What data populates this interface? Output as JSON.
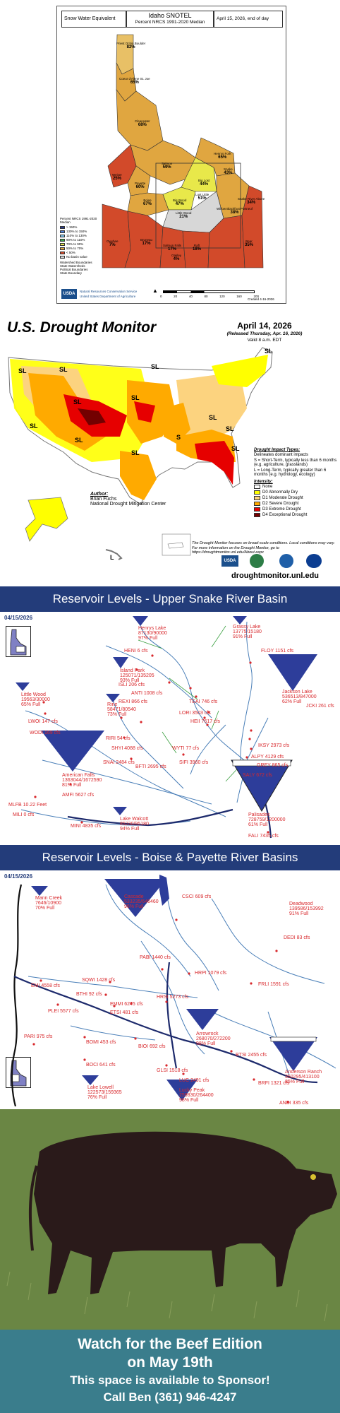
{
  "snotel": {
    "header_left": "Snow Water Equivalent",
    "title": "Idaho SNOTEL",
    "subtitle": "Percent NRCS 1991-2020 Median",
    "date": "April 15, 2026, end of day",
    "regions": [
      {
        "name": "Priest Ochin Boulder",
        "pct": "82%"
      },
      {
        "name": "Coeur d'Alene St. Joe",
        "pct": "65%"
      },
      {
        "name": "Clearwater",
        "pct": "68%"
      },
      {
        "name": "Salmon",
        "pct": "59%"
      },
      {
        "name": "Payette",
        "pct": "60%"
      },
      {
        "name": "Weiser",
        "pct": "25%"
      },
      {
        "name": "Boise",
        "pct": "67%"
      },
      {
        "name": "Big Wood",
        "pct": "47%"
      },
      {
        "name": "Little Wood",
        "pct": "21%"
      },
      {
        "name": "Lost Little",
        "pct": "51%"
      },
      {
        "name": "Big Lost",
        "pct": "44%"
      },
      {
        "name": "Henrys Fork",
        "pct": "65%"
      },
      {
        "name": "Snake",
        "pct": "43%"
      },
      {
        "name": "Willow Blackfoot Portneuf",
        "pct": "38%"
      },
      {
        "name": "Snake River Above",
        "pct": "34%"
      },
      {
        "name": "Owyhee",
        "pct": "7%"
      },
      {
        "name": "Bruneau",
        "pct": "17%"
      },
      {
        "name": "Salmon Falls",
        "pct": "17%"
      },
      {
        "name": "Raft",
        "pct": "18%"
      },
      {
        "name": "Bear",
        "pct": "35%"
      },
      {
        "name": "Oakley",
        "pct": "4%"
      }
    ],
    "legend_title": "Percent NRCS 1991-2020 Median",
    "legend": [
      {
        "label": "> 150%",
        "color": "#2a3a8c"
      },
      {
        "label": "130% to 150%",
        "color": "#4a7ad0"
      },
      {
        "label": "110% to 130%",
        "color": "#7fc0e8"
      },
      {
        "label": "90% to 110%",
        "color": "#3aa64a"
      },
      {
        "label": "70% to 90%",
        "color": "#e8e84a"
      },
      {
        "label": "50% to 70%",
        "color": "#e0a640"
      },
      {
        "label": "< 50%",
        "color": "#d24a2a"
      },
      {
        "label": "No basin value",
        "color": "#d0d0d0"
      }
    ],
    "boundaries": [
      "Watershed Boundaries",
      "State Watersheds",
      "Political Boundaries",
      "State Boundary"
    ],
    "agency": "United States Department of Agriculture",
    "agency_sub": "Natural Resources Conservation Service",
    "scale": [
      "0",
      "20",
      "40",
      "80",
      "120",
      "160",
      "200"
    ],
    "created": "Created 4-16-2026"
  },
  "drought": {
    "title": "U.S. Drought Monitor",
    "date": "April 14, 2026",
    "released": "(Released Thursday, Apr. 16, 2026)",
    "valid": "Valid 8 a.m. EDT",
    "impact_title": "Drought Impact Types:",
    "impact_lines": [
      "Delineates dominant impacts",
      "S = Short-Term, typically less than 6 months (e.g. agriculture, grasslands)",
      "L = Long-Term, typically greater than 6 months (e.g. hydrology, ecology)"
    ],
    "intensity_title": "Intensity:",
    "intensity": [
      {
        "label": "None",
        "color": "#ffffff"
      },
      {
        "label": "D0 Abnormally Dry",
        "color": "#ffff00"
      },
      {
        "label": "D1 Moderate Drought",
        "color": "#fcd37f"
      },
      {
        "label": "D2 Severe Drought",
        "color": "#ffaa00"
      },
      {
        "label": "D3 Extreme Drought",
        "color": "#e60000"
      },
      {
        "label": "D4 Exceptional Drought",
        "color": "#730000"
      }
    ],
    "note": "The Drought Monitor focuses on broad-scale conditions. Local conditions may vary. For more information on the Drought Monitor, go to https://droughtmonitor.unl.edu/About.aspx",
    "author_label": "Author:",
    "author_name": "Brian Fuchs",
    "author_org": "National Drought Mitigation Center",
    "url": "droughtmonitor.unl.edu",
    "labels": [
      "SL",
      "SL",
      "SL",
      "SL",
      "SL",
      "SL",
      "SL",
      "SL",
      "SL",
      "S",
      "SL",
      "SL",
      "SL",
      "L"
    ]
  },
  "upper_snake": {
    "banner": "Reservoir Levels - Upper Snake River Basin",
    "date": "04/15/2026",
    "reservoirs": [
      {
        "name": "Henrys Lake",
        "vol": "87130/90000",
        "pct": "97% Full"
      },
      {
        "name": "Grassy Lake",
        "vol": "13775/15180",
        "pct": "91% Full"
      },
      {
        "name": "Island Park",
        "vol": "125071/135205",
        "pct": "93% Full"
      },
      {
        "name": "Jackson Lake",
        "vol": "536513/847000",
        "pct": "62% Full"
      },
      {
        "name": "Little Wood",
        "vol": "19563/30000",
        "pct": "65% Full"
      },
      {
        "name": "Ririe",
        "vol": "58471/80540",
        "pct": "73% Full"
      },
      {
        "name": "American Falls",
        "vol": "1363044/1672590",
        "pct": "81% Full"
      },
      {
        "name": "Palisades",
        "vol": "728759/1200000",
        "pct": "61% Full"
      },
      {
        "name": "Lake Walcott",
        "vol": "85230/95180",
        "pct": "94% Full"
      }
    ],
    "flows": [
      "HENI 6 cfs",
      "FLOY 1151 cfs",
      "ISLI 206 cfs",
      "ANTI 1008 cfs",
      "REXI 866 cfs",
      "TEAI 746 cfs",
      "JCKI 261 cfs",
      "LORI 3503 cfs",
      "HEII 7617 cfs",
      "LWOI 147 cfs",
      "WODI 169 cfs",
      "RIRI 54 cfs",
      "SHYI 4088 cfs",
      "WYTI 77 cfs",
      "IKSY 2973 cfs",
      "ALPY 4129 cfs",
      "GREY 865 cfs",
      "SNAI 2484 cfs",
      "BFTI 2695 cfs",
      "SIFI 3960 cfs",
      "SALY 672 cfs",
      "AMFI 5627 cfs",
      "MILI 0 cfs",
      "MINI 4835 cfs",
      "FALI 7435 cfs"
    ],
    "note": "MLFB 10.22 Feet"
  },
  "boise": {
    "banner": "Reservoir Levels - Boise & Payette River Basins",
    "date": "04/15/2026",
    "reservoirs": [
      {
        "name": "Mann Creek",
        "vol": "7646/10900",
        "pct": "70% Full"
      },
      {
        "name": "Cascade",
        "vol": "533235/646460",
        "pct": "96% Full"
      },
      {
        "name": "Deadwood",
        "vol": "139586/153992",
        "pct": "91% Full"
      },
      {
        "name": "Arrowrock",
        "vol": "268070/272200",
        "pct": "98% Full"
      },
      {
        "name": "Anderson Ranch",
        "vol": "350295/413100",
        "pct": "85% Full"
      },
      {
        "name": "Lake Lowell",
        "vol": "122573/159365",
        "pct": "76% Full"
      },
      {
        "name": "Lucky Peak",
        "vol": "259830/264400",
        "pct": "98% Full"
      }
    ],
    "flows": [
      "CSCI 609 cfs",
      "DEDI 83 cfs",
      "PABI 1440 cfs",
      "HRPI 1079 cfs",
      "EMI 4558 cfs",
      "SQWI 1428 cfs",
      "FRLI 1591 cfs",
      "BTHI 92 cfs",
      "EMMI 6245 cfs",
      "HRSI 5273 cfs",
      "PLEI 5577 cfs",
      "ETSI 481 cfs",
      "PARI 975 cfs",
      "BOMI 453 cfs",
      "BIOI 692 cfs",
      "BOCI 641 cfs",
      "BTSI 2455 cfs",
      "GLSI 1518 cfs",
      "BRFI 1321 cfs",
      "LUC 2491 cfs",
      "ANDI 335 cfs"
    ]
  },
  "sponsor": {
    "line1": "Watch for the Beef Edition",
    "line2": "on May 19th",
    "line3": "This space is available to Sponsor!",
    "line4": "Call Ben (361) 946-4247"
  }
}
